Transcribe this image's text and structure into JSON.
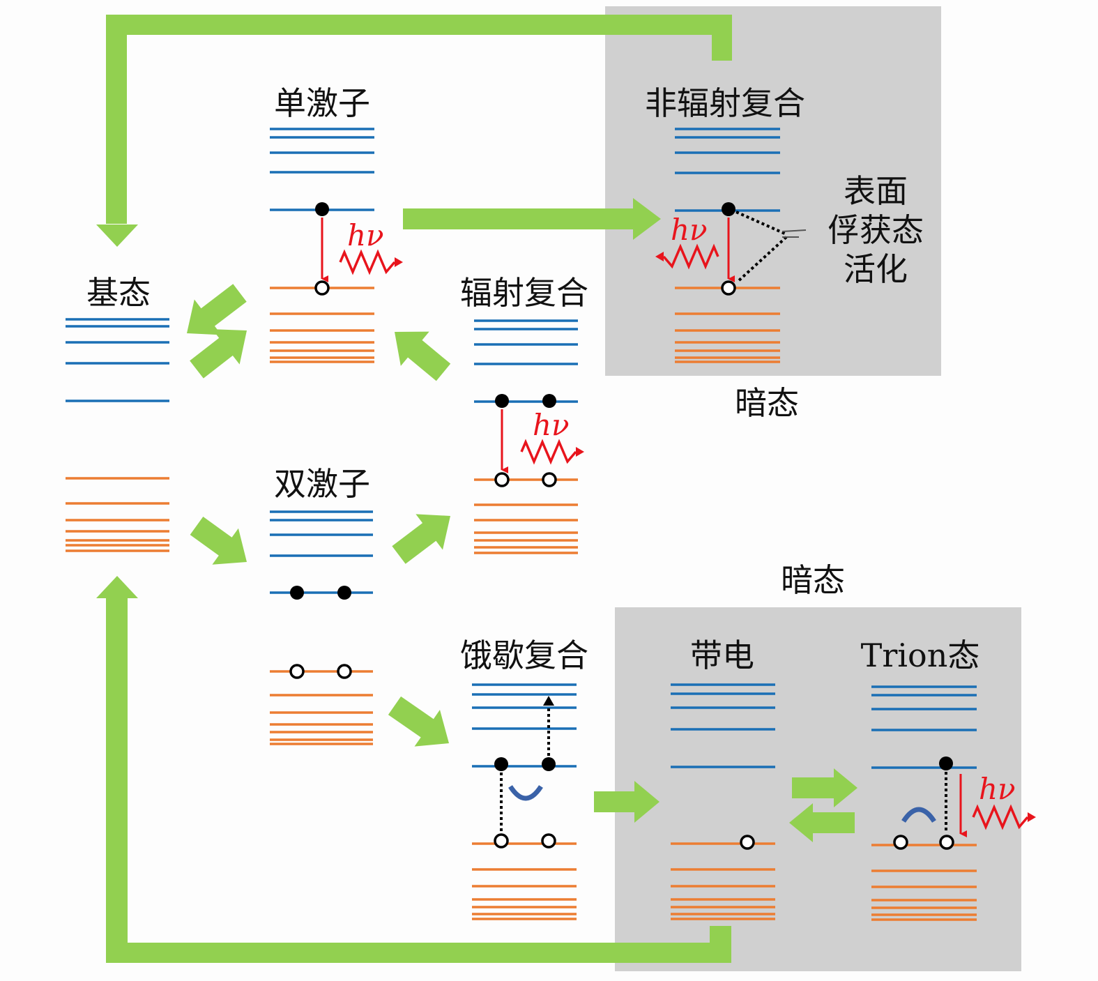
{
  "colors": {
    "conduction_band": "#1a6fb5",
    "valence_band": "#ec7d32",
    "flow_arrow": "#92d050",
    "dark_region": "#d0d0d0",
    "photon": "#e8141c",
    "auger_hop": "#3a62a8",
    "electron": "#000000"
  },
  "labels": {
    "ground_state": "基态",
    "single_exciton": "单激子",
    "biexciton": "双激子",
    "radiative_recombination": "辐射复合",
    "nonradiative_recombination": "非辐射复合",
    "auger_recombination": "饿歇复合",
    "charged": "带电",
    "trion_state": "Trion态",
    "surface_trap_line1": "表面",
    "surface_trap_line2": "俘获态",
    "surface_trap_line3": "活化",
    "dark_state_top": "暗态",
    "dark_state_bottom": "暗态",
    "photon": "hν"
  },
  "panels": [
    {
      "id": "ground",
      "title_key": "ground_state",
      "electrons": 0,
      "holes": 0
    },
    {
      "id": "single-exciton",
      "title_key": "single_exciton",
      "electrons": 1,
      "holes": 1,
      "emits_photon": true
    },
    {
      "id": "biexciton",
      "title_key": "biexciton",
      "electrons": 2,
      "holes": 2
    },
    {
      "id": "radiative",
      "title_key": "radiative_recombination",
      "electrons": 2,
      "holes": 2,
      "emits_photon": true
    },
    {
      "id": "nonradiative",
      "title_key": "nonradiative_recombination",
      "electrons": 1,
      "holes": 1,
      "emits_photon": true,
      "dark": true
    },
    {
      "id": "auger",
      "title_key": "auger_recombination",
      "electrons": 2,
      "holes": 2
    },
    {
      "id": "charged",
      "title_key": "charged",
      "electrons": 0,
      "holes": 1,
      "dark": true
    },
    {
      "id": "trion",
      "title_key": "trion_state",
      "electrons": 1,
      "holes": 2,
      "emits_photon": true,
      "dark": true
    }
  ]
}
